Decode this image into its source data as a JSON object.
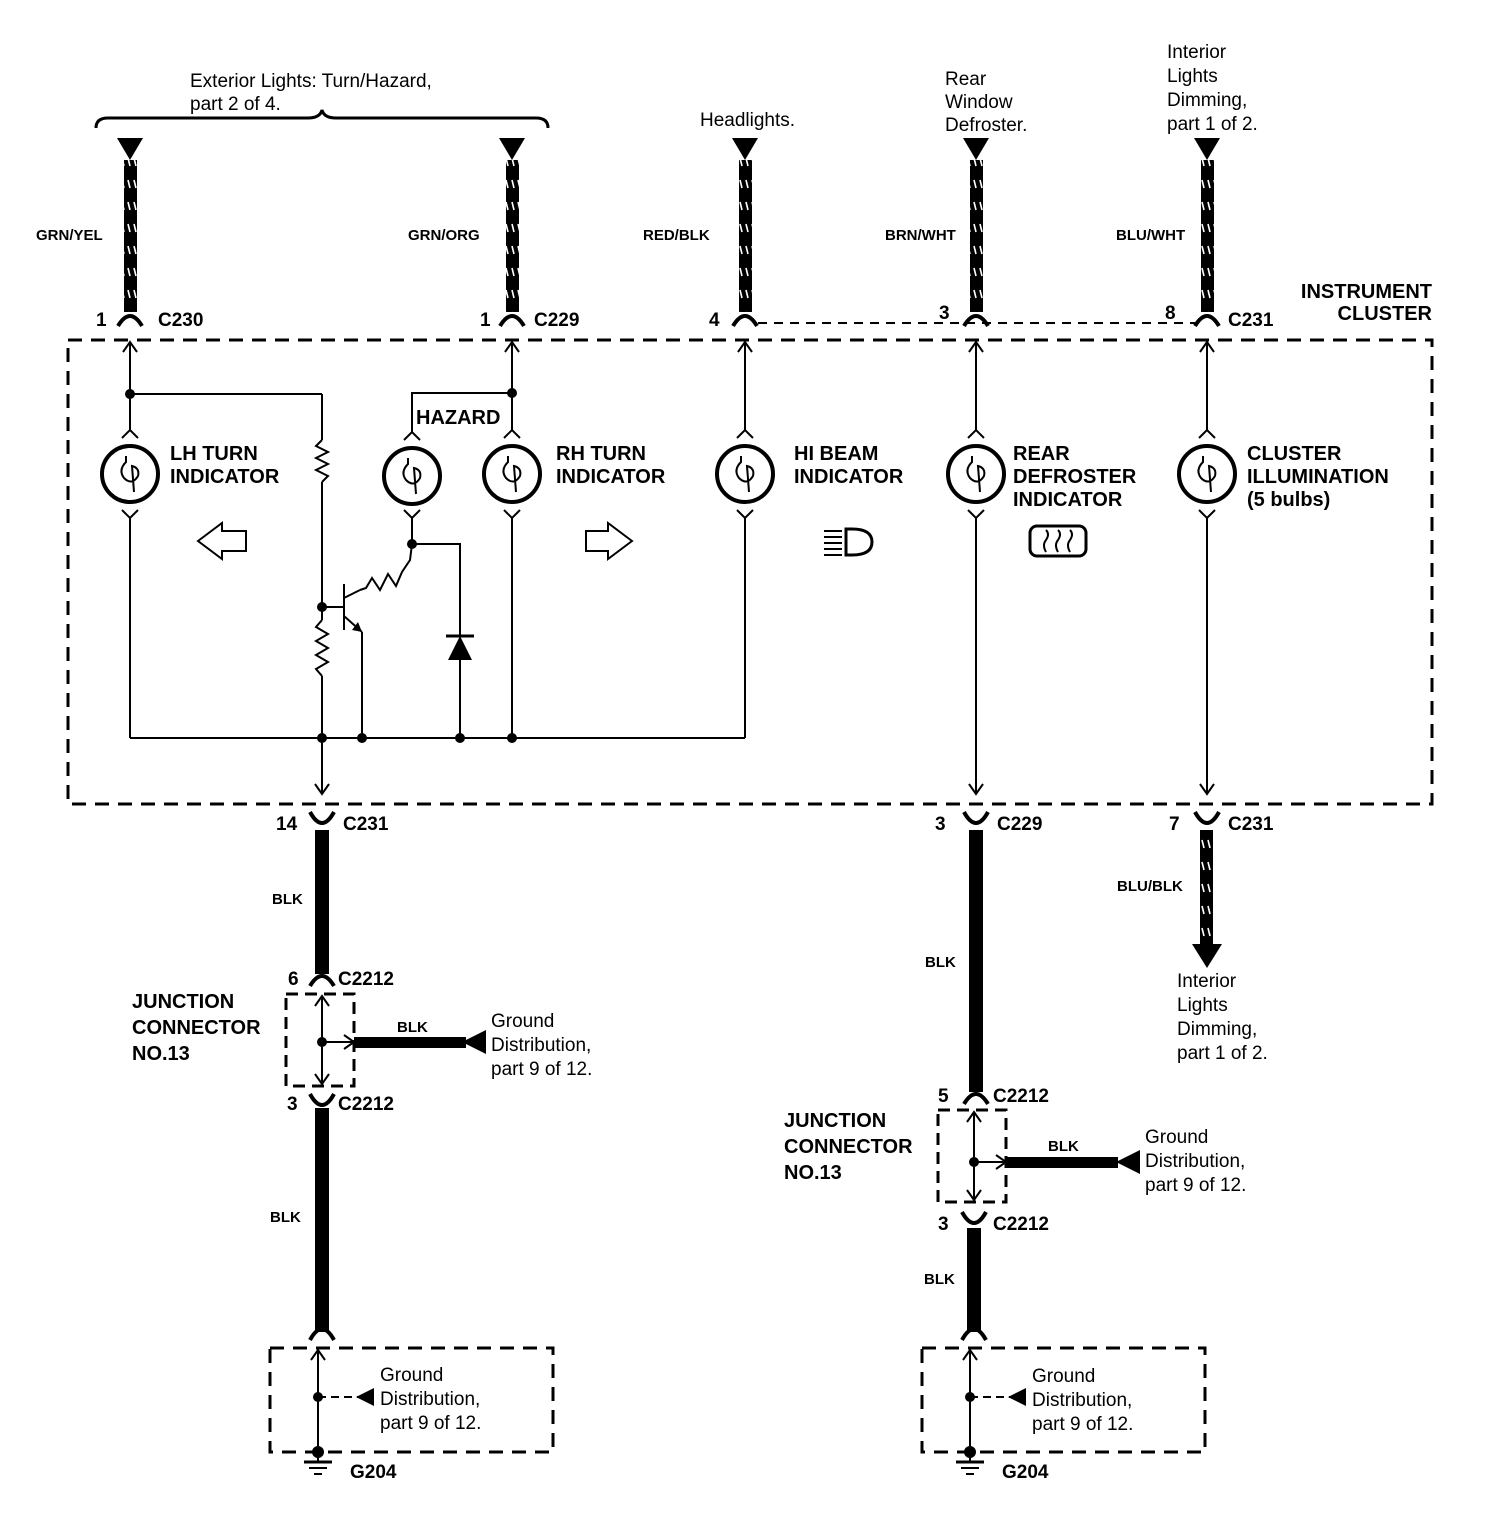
{
  "colors": {
    "ink": "#000000",
    "paper": "#ffffff"
  },
  "top_refs": {
    "exterior_lights": [
      "Exterior Lights: Turn/Hazard,",
      "part 2 of 4."
    ],
    "headlights": [
      "Headlights."
    ],
    "rear_window": [
      "Rear",
      "Window",
      "Defroster."
    ],
    "interior_lights": [
      "Interior",
      "Lights",
      "Dimming,",
      "part 1 of 2."
    ]
  },
  "wires": {
    "grn_yel": "GRN/YEL",
    "grn_org": "GRN/ORG",
    "red_blk": "RED/BLK",
    "brn_wht": "BRN/WHT",
    "blu_wht": "BLU/WHT",
    "blu_blk": "BLU/BLK",
    "blk": "BLK"
  },
  "connectors": {
    "c230": {
      "pin": "1",
      "name": "C230"
    },
    "c229_top": {
      "pin": "1",
      "name": "C229"
    },
    "c231_top_4": {
      "pin": "4"
    },
    "c231_top_3": {
      "pin": "3"
    },
    "c231_top_8": {
      "pin": "8",
      "name": "C231"
    },
    "c231_bottom_14": {
      "pin": "14",
      "name": "C231"
    },
    "c229_bottom_3": {
      "pin": "3",
      "name": "C229"
    },
    "c231_bottom_7": {
      "pin": "7",
      "name": "C231"
    },
    "c2212_left_6": {
      "pin": "6",
      "name": "C2212"
    },
    "c2212_left_3": {
      "pin": "3",
      "name": "C2212"
    },
    "c2212_right_5": {
      "pin": "5",
      "name": "C2212"
    },
    "c2212_right_3": {
      "pin": "3",
      "name": "C2212"
    }
  },
  "cluster": {
    "title": [
      "INSTRUMENT",
      "CLUSTER"
    ],
    "hazard": "HAZARD",
    "lh_turn": [
      "LH TURN",
      "INDICATOR"
    ],
    "rh_turn": [
      "RH TURN",
      "INDICATOR"
    ],
    "hi_beam": [
      "HI BEAM",
      "INDICATOR"
    ],
    "rear_defroster": [
      "REAR",
      "DEFROSTER",
      "INDICATOR"
    ],
    "cluster_illumination": [
      "CLUSTER",
      "ILLUMINATION",
      "(5 bulbs)"
    ]
  },
  "junction": [
    "JUNCTION",
    "CONNECTOR",
    "NO.13"
  ],
  "ground_distribution": [
    "Ground",
    "Distribution,",
    "part 9 of 12."
  ],
  "interior_bottom": [
    "Interior",
    "Lights",
    "Dimming,",
    "part 1 of 2."
  ],
  "ground_name": "G204"
}
